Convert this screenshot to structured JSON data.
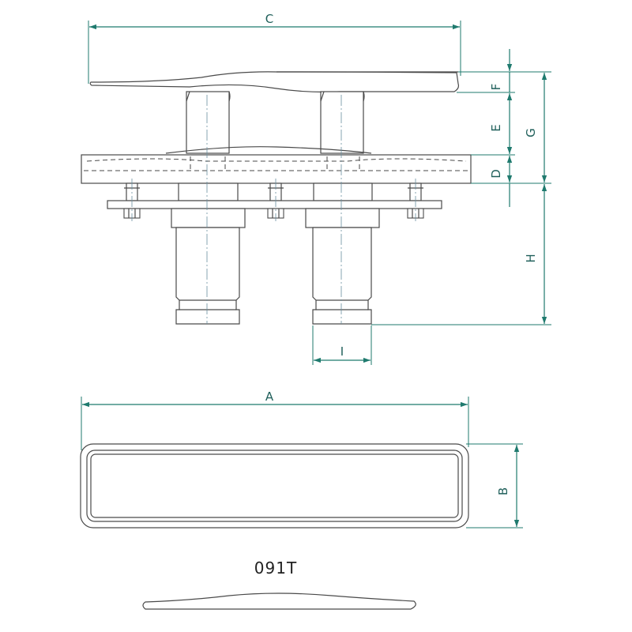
{
  "labels": {
    "A": "A",
    "B": "B",
    "C": "C",
    "D": "D",
    "E": "E",
    "F": "F",
    "G": "G",
    "H": "H",
    "I": "I"
  },
  "model": "091T",
  "colors": {
    "dimension": "#1f7a6e",
    "outline": "#4a4a4a"
  }
}
